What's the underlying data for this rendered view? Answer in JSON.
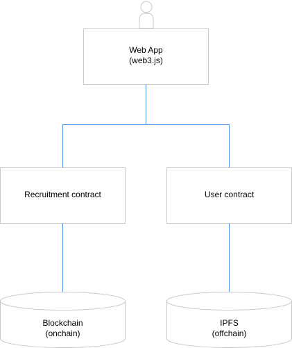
{
  "diagram": {
    "web_app": {
      "line1": "Web App",
      "line2": "(web3.js)"
    },
    "recruitment_contract": {
      "label": "Recruitment contract"
    },
    "user_contract": {
      "label": "User contract"
    },
    "blockchain": {
      "line1": "Blockchain",
      "line2": "(onchain)"
    },
    "ipfs": {
      "line1": "IPFS",
      "line2": "(offchain)"
    },
    "icons": {
      "user": "user-icon"
    }
  },
  "colors": {
    "connector": "#4a90e2",
    "border": "#c8c8c8",
    "background": "#ffffff",
    "text": "#000000"
  }
}
